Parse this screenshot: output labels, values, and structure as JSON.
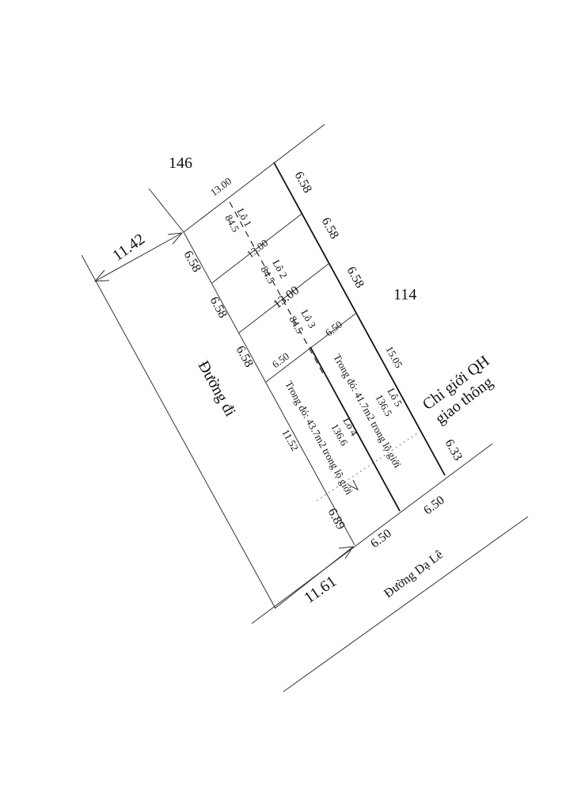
{
  "neighbors": {
    "north": "146",
    "east": "114"
  },
  "roads": {
    "side": "Đường đi",
    "front": "Đường Dạ Lê"
  },
  "dimensions": {
    "top_width": "11.42",
    "bottom_width": "11.61",
    "left_1": "6.58",
    "left_2": "6.58",
    "left_3": "6.58",
    "left_4": "11.52",
    "left_5": "6.89",
    "right_1": "6.58",
    "right_2": "6.58",
    "right_3": "6.58",
    "right_4": "15.05",
    "right_5": "6.33",
    "lot1_depth": "13.00",
    "lot2_depth": "13.00",
    "lot3_depth": "13.00",
    "lot4_top": "6.50",
    "lot5_top": "6.50",
    "lot4_bottom": "6.50",
    "lot5_bottom": "6.50"
  },
  "lots": [
    {
      "name": "Lô 1",
      "area": "84.5"
    },
    {
      "name": "Lô 2",
      "area": "84.5"
    },
    {
      "name": "Lô 3",
      "area": "84.5"
    },
    {
      "name": "Lô 4",
      "area": "136.6",
      "note": "Trong đó: 43.7m2 trong lộ giới"
    },
    {
      "name": "Lô 5",
      "area": "136.5",
      "note": "Trong đó: 41.7m2 trong lộ giới"
    }
  ],
  "setback_label": {
    "line1": "Chỉ giới QH",
    "line2": "giao thông"
  }
}
